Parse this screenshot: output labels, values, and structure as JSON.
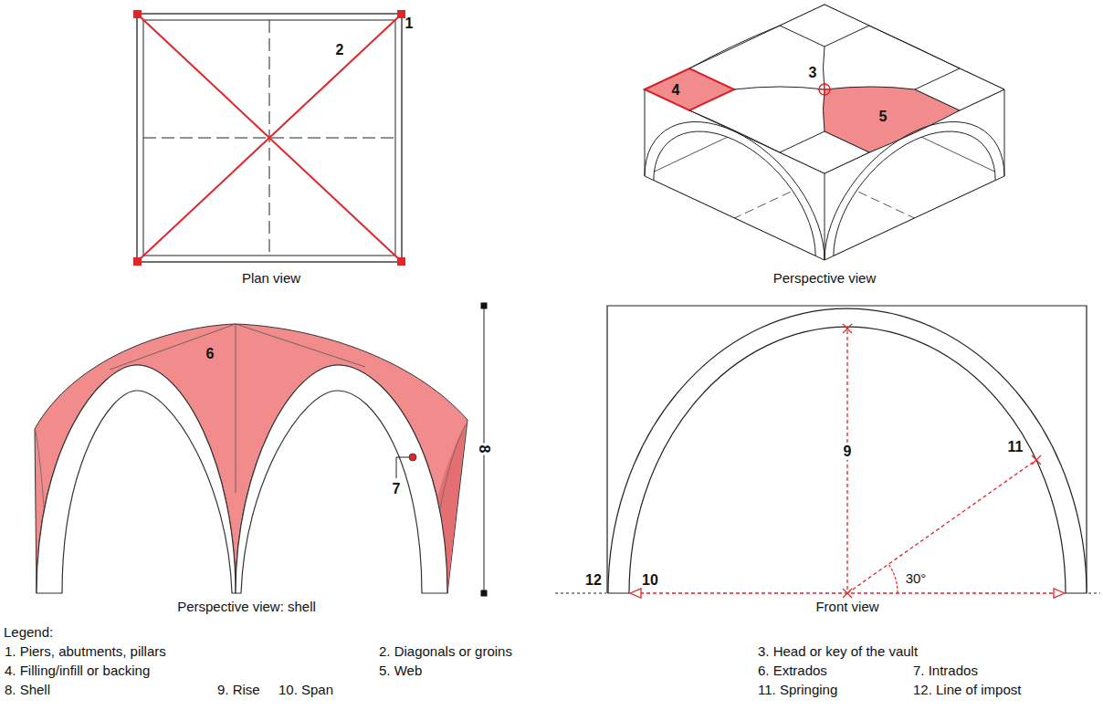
{
  "diagram": {
    "labels": [
      "1",
      "2",
      "3",
      "4",
      "5",
      "6",
      "7",
      "8",
      "9",
      "10",
      "11",
      "12",
      "30°",
      "Plan view",
      "Perspective view",
      "Perspective view: shell",
      "Front view",
      "Legend:"
    ],
    "legend": [
      {
        "text": "1. Piers, abutments, pillars"
      },
      {
        "text": "2. Diagonals or groins"
      },
      {
        "text": "3. Head or key of the vault"
      },
      {
        "text": "4. Filling/infill or backing"
      },
      {
        "text": "5. Web"
      },
      {
        "text": "6. Extrados"
      },
      {
        "text": "7. Intrados"
      },
      {
        "text": "8. Shell"
      },
      {
        "text": "9. Rise"
      },
      {
        "text": "10. Span"
      },
      {
        "text": "11. Springing"
      },
      {
        "text": "12. Line of impost"
      }
    ]
  }
}
